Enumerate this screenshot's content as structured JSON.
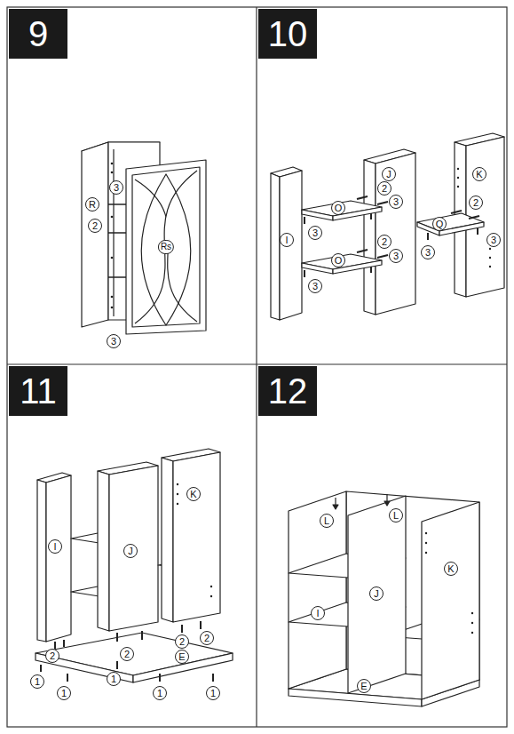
{
  "diagram": {
    "nodes": [
      {
        "text": [
          "9"
        ]
      },
      {
        "text": [
          "10"
        ]
      },
      {
        "text": [
          "11"
        ]
      },
      {
        "text": [
          "12"
        ]
      }
    ],
    "labels": [
      "3",
      "R",
      "2",
      "Rs",
      "3",
      "J",
      "K",
      "2",
      "3",
      "O",
      "2",
      "Q",
      "I",
      "3",
      "3",
      "2",
      "3",
      "O",
      "3",
      "3",
      "K",
      "I",
      "J",
      "2",
      "2",
      "2",
      "2",
      "E",
      "1",
      "1",
      "1",
      "1",
      "1",
      "L",
      "L",
      "K",
      "J",
      "I",
      "E"
    ]
  }
}
